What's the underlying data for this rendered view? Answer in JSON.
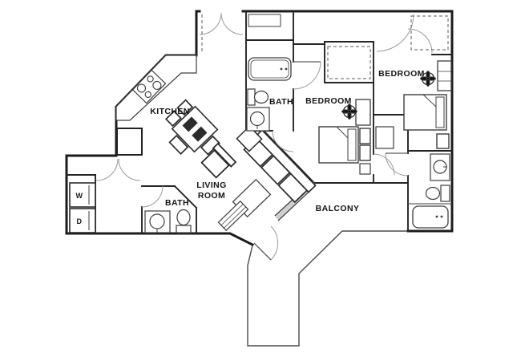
{
  "diagram": {
    "type": "apartment-floor-plan",
    "style": "black line art on white",
    "colors": {
      "background": "#ffffff",
      "exterior_wall": "#1b1b1b",
      "interior_wall": "#2a2a2a",
      "fixture_line": "#3d3d3d",
      "door_arc": "#999999",
      "label_text": "#141414"
    },
    "labels": {
      "kitchen": "KITCHEN",
      "living_room_line1": "LIVING",
      "living_room_line2": "ROOM",
      "bath_center": "BATH",
      "bath_hall": "BATH",
      "bedroom_middle": "BEDROOM",
      "bedroom_right": "BEDROOM",
      "balcony": "BALCONY",
      "washer": "W",
      "dryer": "D"
    },
    "rooms": [
      {
        "name": "KITCHEN"
      },
      {
        "name": "LIVING ROOM"
      },
      {
        "name": "BATH",
        "location": "center, full bath with tub"
      },
      {
        "name": "BEDROOM",
        "location": "middle"
      },
      {
        "name": "BEDROOM",
        "location": "top right"
      },
      {
        "name": "BATH",
        "location": "lower left, half bath"
      },
      {
        "name": "BATH",
        "location": "right, unlabeled full bath"
      },
      {
        "name": "BALCONY"
      },
      {
        "name": "W/D closet"
      }
    ],
    "fixtures": [
      "stove-cooktop",
      "kitchen-counter",
      "refrigerator",
      "dining-table",
      "dining-chairs",
      "sofa",
      "armchair",
      "coffee-table",
      "tv-console",
      "sliding-glass-door",
      "bathtub x3",
      "toilet x3",
      "sink x3",
      "washer",
      "dryer",
      "bed x2",
      "nightstand x2",
      "dresser x2",
      "ceiling-fan x2",
      "closet-dashed-rod x3",
      "balcony-railing",
      "door-swing-arcs"
    ]
  }
}
